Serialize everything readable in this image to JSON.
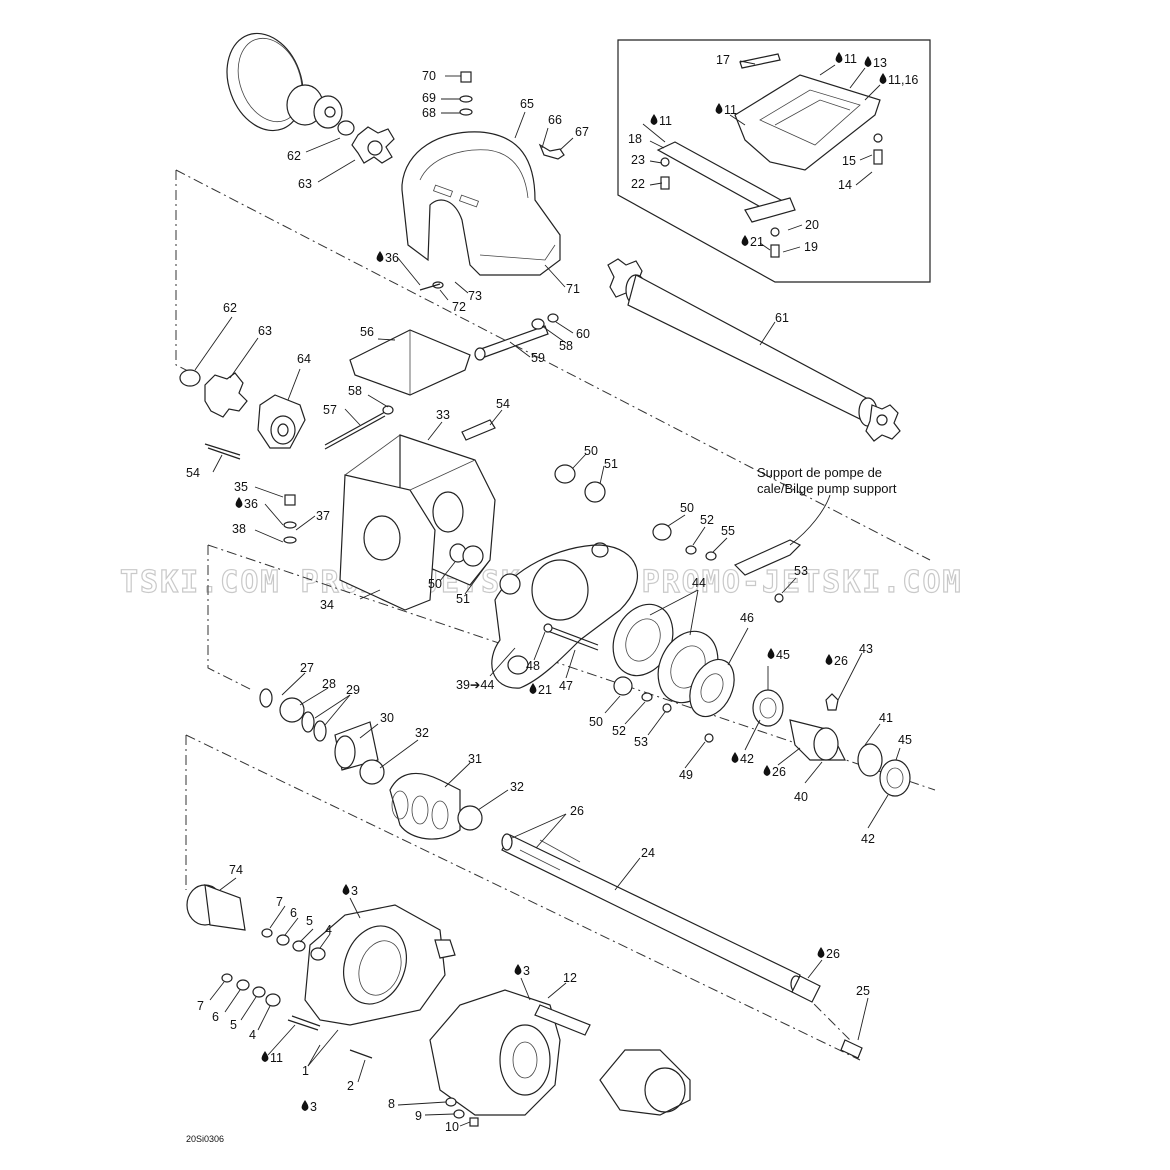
{
  "labels": [
    {
      "text": "70"
    },
    {
      "text": "69"
    },
    {
      "text": "68"
    },
    {
      "text": "65"
    },
    {
      "text": "66"
    },
    {
      "text": "67"
    },
    {
      "text": "62"
    },
    {
      "text": "63"
    },
    {
      "text": "17"
    },
    {
      "text": "11"
    },
    {
      "text": "13"
    },
    {
      "text": "11,16"
    },
    {
      "text": "11"
    },
    {
      "text": "11"
    },
    {
      "text": "18"
    },
    {
      "text": "23"
    },
    {
      "text": "22"
    },
    {
      "text": "15"
    },
    {
      "text": "14"
    },
    {
      "text": "20"
    },
    {
      "text": "21"
    },
    {
      "text": "19"
    },
    {
      "text": "36"
    },
    {
      "text": "72"
    },
    {
      "text": "73"
    },
    {
      "text": "71"
    },
    {
      "text": "61"
    },
    {
      "text": "62"
    },
    {
      "text": "63"
    },
    {
      "text": "64"
    },
    {
      "text": "56"
    },
    {
      "text": "59"
    },
    {
      "text": "58"
    },
    {
      "text": "60"
    },
    {
      "text": "58"
    },
    {
      "text": "57"
    },
    {
      "text": "33"
    },
    {
      "text": "54"
    },
    {
      "text": "54"
    },
    {
      "text": "35"
    },
    {
      "text": "36"
    },
    {
      "text": "37"
    },
    {
      "text": "38"
    },
    {
      "text": "50"
    },
    {
      "text": "51"
    },
    {
      "text": "50"
    },
    {
      "text": "52"
    },
    {
      "text": "55"
    },
    {
      "text": "53"
    },
    {
      "text": "34"
    },
    {
      "text": "50"
    },
    {
      "text": "51"
    },
    {
      "text": "44"
    },
    {
      "text": "46"
    },
    {
      "text": "45"
    },
    {
      "text": "26"
    },
    {
      "text": "43"
    },
    {
      "text": "27"
    },
    {
      "text": "28"
    },
    {
      "text": "29"
    },
    {
      "text": "30"
    },
    {
      "text": "32"
    },
    {
      "text": "48"
    },
    {
      "text": "47"
    },
    {
      "text": "39➔44"
    },
    {
      "text": "21"
    },
    {
      "text": "50"
    },
    {
      "text": "52"
    },
    {
      "text": "53"
    },
    {
      "text": "41"
    },
    {
      "text": "45"
    },
    {
      "text": "42"
    },
    {
      "text": "26"
    },
    {
      "text": "40"
    },
    {
      "text": "42"
    },
    {
      "text": "49"
    },
    {
      "text": "31"
    },
    {
      "text": "32"
    },
    {
      "text": "26"
    },
    {
      "text": "24"
    },
    {
      "text": "74"
    },
    {
      "text": "3"
    },
    {
      "text": "7"
    },
    {
      "text": "6"
    },
    {
      "text": "5"
    },
    {
      "text": "4"
    },
    {
      "text": "3"
    },
    {
      "text": "12"
    },
    {
      "text": "26"
    },
    {
      "text": "25"
    },
    {
      "text": "7"
    },
    {
      "text": "6"
    },
    {
      "text": "5"
    },
    {
      "text": "4"
    },
    {
      "text": "11"
    },
    {
      "text": "1"
    },
    {
      "text": "2"
    },
    {
      "text": "3"
    },
    {
      "text": "8"
    },
    {
      "text": "9"
    },
    {
      "text": "10"
    }
  ],
  "note": {
    "line1": "Support de pompe de",
    "line2": "cale/Bilge pump support"
  },
  "watermark": "TSKI.COM  PROMO-JETSKI.COM  PROMO-JETSKI.COM",
  "drawing_code": "20Si0306"
}
